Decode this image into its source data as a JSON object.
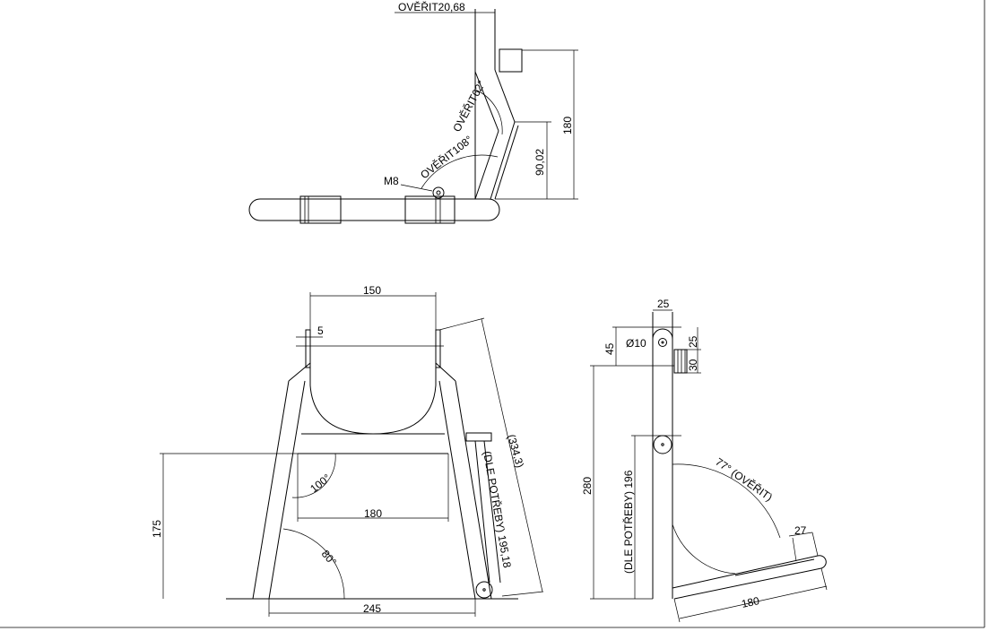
{
  "top_view": {
    "cut_label": "OVĚŘIT20,68",
    "angle_62": "OVĚŘIT62°",
    "angle_108": "OVĚŘIT108°",
    "bolt": "M8",
    "dim_180": "180",
    "dim_90": "90,02"
  },
  "front_view": {
    "width_top": "150",
    "tab": "5",
    "angle_100": "100°",
    "inner_180": "180",
    "height_175": "175",
    "angle_80": "80°",
    "base_245": "245",
    "leg_334": "(334,3)",
    "leg_dle": "(DLE POTŘEBY) 195,18"
  },
  "side_view": {
    "top_25": "25",
    "hole": "Ø10",
    "d45": "45",
    "r25": "25",
    "r30": "30",
    "h280": "280",
    "h196": "(DLE POTŘEBY) 196",
    "angle_77": "77° (OVĚŘIT)",
    "d27": "27",
    "base_180": "180"
  }
}
